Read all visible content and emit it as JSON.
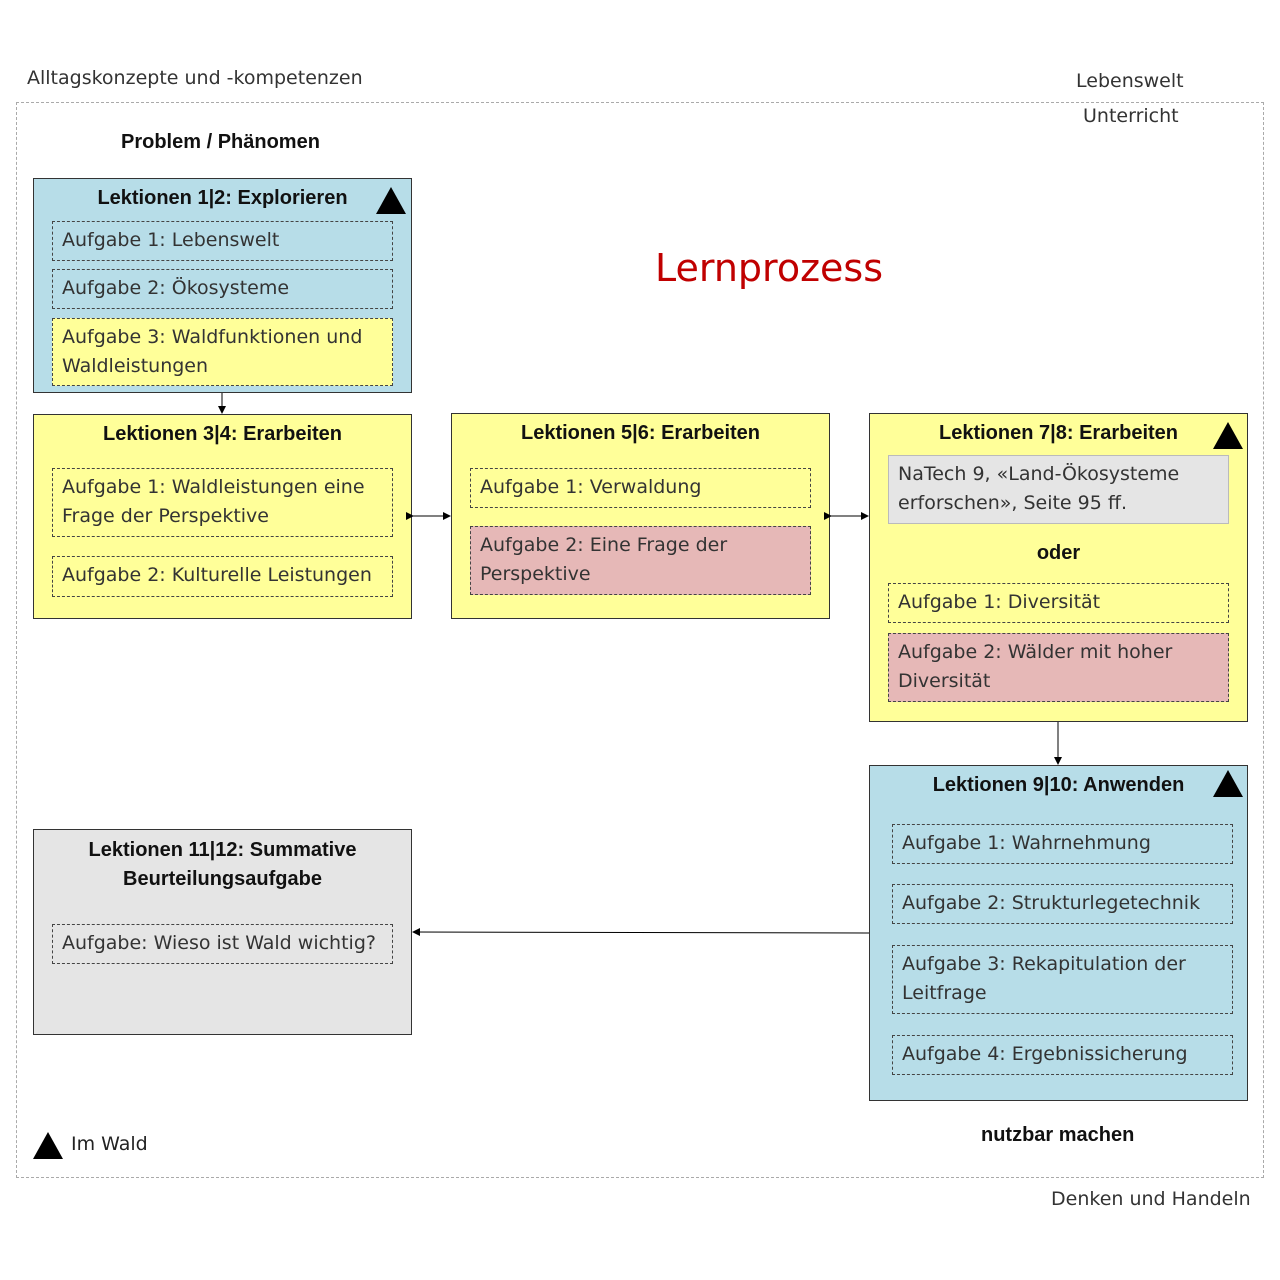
{
  "corner_labels": {
    "top_left": "Alltagskonzepte und -kompetenzen",
    "top_right_1": "Lebenswelt",
    "top_right_2": "Unterricht",
    "bottom_right": "Denken und Handeln"
  },
  "problem_label": "Problem / Phänomen",
  "title": "Lernprozess",
  "title_color": "#c00000",
  "nutzbar_label": "nutzbar machen",
  "legend": {
    "label": "Im Wald",
    "icon": "triangle-icon"
  },
  "colors": {
    "blue": "#b7dde8",
    "yellow": "#ffff99",
    "gray": "#e5e5e5",
    "pink": "#e6b8b7"
  },
  "boxes": {
    "l12": {
      "title": "Lektionen 1|2: Explorieren",
      "tasks": [
        "Aufgabe 1: Lebenswelt",
        "Aufgabe 2: Ökosysteme",
        "Aufgabe 3: Waldfunktionen und Waldleistungen"
      ]
    },
    "l34": {
      "title": "Lektionen 3|4: Erarbeiten",
      "tasks": [
        "Aufgabe 1: Waldleistungen eine Frage der Perspektive",
        "Aufgabe 2: Kulturelle Leistungen"
      ]
    },
    "l56": {
      "title": "Lektionen 5|6: Erarbeiten",
      "tasks": [
        "Aufgabe 1: Verwaldung",
        "Aufgabe 2: Eine Frage der Perspektive"
      ]
    },
    "l78": {
      "title": "Lektionen 7|8: Erarbeiten",
      "natech": "NaTech 9, «Land-Ökosysteme erforschen», Seite 95 ff.",
      "oder": "oder",
      "tasks": [
        "Aufgabe 1: Diversität",
        "Aufgabe 2: Wälder mit hoher Diversität"
      ]
    },
    "l910": {
      "title": "Lektionen 9|10: Anwenden",
      "tasks": [
        "Aufgabe 1: Wahrnehmung",
        "Aufgabe 2: Strukturlegetechnik",
        "Aufgabe 3: Rekapitulation der Leitfrage",
        "Aufgabe 4: Ergebnissicherung"
      ]
    },
    "l1112": {
      "title": "Lektionen 11|12: Summative Beurteilungsaufgabe",
      "tasks": [
        "Aufgabe: Wieso ist Wald wichtig?"
      ]
    }
  }
}
